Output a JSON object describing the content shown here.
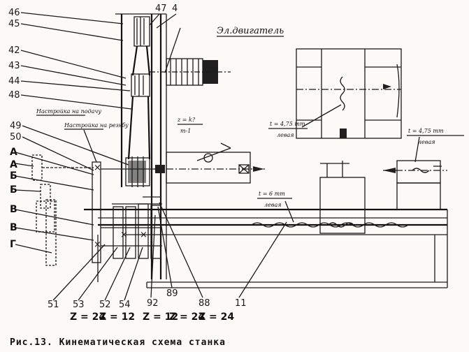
{
  "part_numbers": {
    "p46": "46",
    "p45": "45",
    "p42": "42",
    "p43": "43",
    "p44": "44",
    "p48": "48",
    "p49": "49",
    "p50": "50",
    "p47": "47",
    "p4": "4",
    "p51": "51",
    "p53": "53",
    "p52": "52",
    "p54": "54",
    "p92": "92",
    "p89": "89",
    "p88": "88",
    "p11": "11"
  },
  "gear_letters": {
    "A1": "А",
    "A2": "А",
    "B1": "Б",
    "B2": "Б",
    "V1": "В",
    "V2": "В",
    "G": "Г"
  },
  "motor_label": "Эл.двигатель",
  "notes": {
    "thread_setup": "Настройка на резьбу",
    "feed_setup": "Настройка на подачу",
    "spindle_ratio_top": "z = k?",
    "spindle_ratio_bottom": "m-1",
    "screw1_top": "t = 4,75 mm",
    "screw1_bottom": "левая",
    "screw2_top": "t = 4,75 mm",
    "screw2_bottom": "левая",
    "leadscrew_top": "t = 6 mm",
    "leadscrew_bottom": "левая"
  },
  "teeth_labels": {
    "z53": "Z = 24",
    "z52": "Z = 12",
    "z92": "Z = 12",
    "z89": "Z = 24",
    "z88": "Z = 24"
  },
  "caption": "Рис.13. Кинематическая схема станка"
}
